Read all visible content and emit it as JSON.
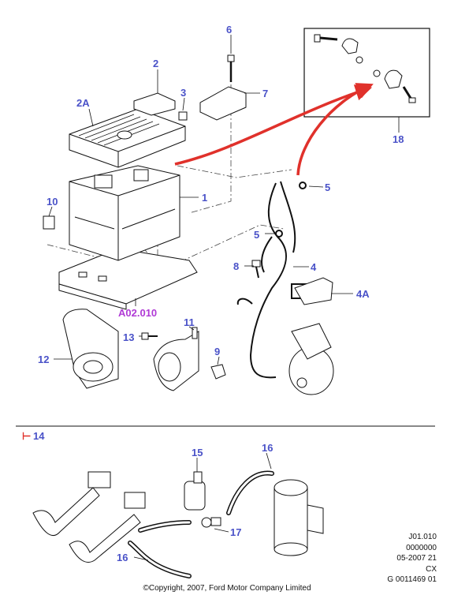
{
  "callouts": {
    "c6": "6",
    "c2": "2",
    "c2a": "2A",
    "c3": "3",
    "c7": "7",
    "c18": "18",
    "c5a": "5",
    "c1": "1",
    "c10": "10",
    "c5b": "5",
    "c8": "8",
    "c4": "4",
    "c4a": "4A",
    "c11": "11",
    "c13": "13",
    "c12": "12",
    "c9": "9",
    "c14": "14",
    "c15": "15",
    "c16a": "16",
    "c17": "17",
    "c16b": "16"
  },
  "reference_link": "A02.010",
  "info_block": [
    "J01.010",
    "0000000",
    "05-2007 21",
    "CX",
    "G 0011469 01"
  ],
  "copyright": "©Copyright, 2007, Ford Motor Company Limited",
  "colors": {
    "callout": "#4a52c8",
    "link": "#b03ad6",
    "arrow": "#e0312b",
    "line": "#111111"
  }
}
